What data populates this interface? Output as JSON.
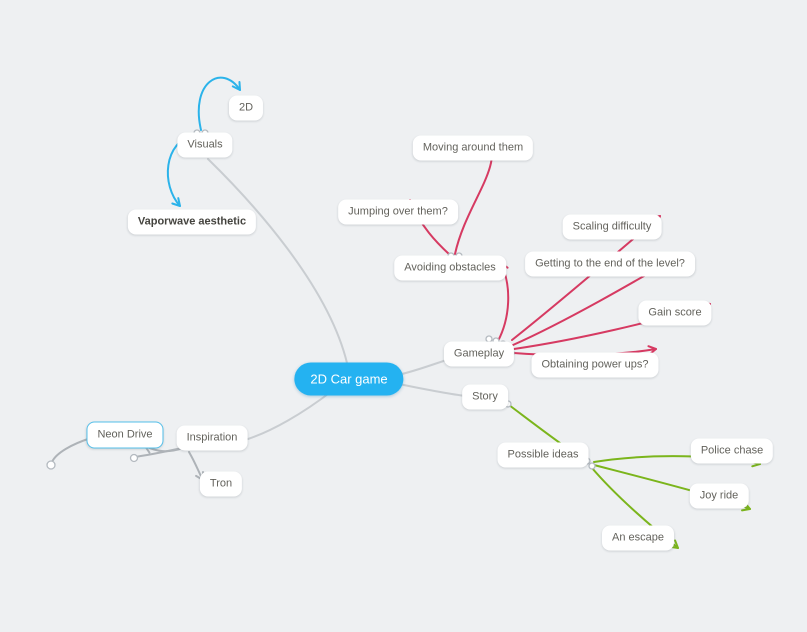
{
  "canvas": {
    "background": "#eef0f2"
  },
  "colors": {
    "root_fill": "#24b2f1",
    "branch_blue": "#2bb3ea",
    "branch_red": "#d63a62",
    "branch_green": "#7bb51c",
    "branch_gray": "#b7bcc1",
    "trunk_gray": "#c9cdd1"
  },
  "root": {
    "label": "2D Car game"
  },
  "branches": {
    "visuals": {
      "label": "Visuals",
      "color": "#2bb3ea",
      "children": {
        "two_d": {
          "label": "2D"
        },
        "vaporwave": {
          "label": "Vaporwave aesthetic"
        }
      }
    },
    "gameplay": {
      "label": "Gameplay",
      "color": "#d63a62",
      "children": {
        "avoiding_obstacles": {
          "label": "Avoiding obstacles",
          "children": {
            "moving_around": {
              "label": "Moving around them"
            },
            "jumping_over": {
              "label": "Jumping over them?"
            }
          }
        },
        "scaling_difficulty": {
          "label": "Scaling difficulty"
        },
        "end_of_level": {
          "label": "Getting to the end of the level?"
        },
        "gain_score": {
          "label": "Gain score"
        },
        "power_ups": {
          "label": "Obtaining power ups?"
        }
      }
    },
    "story": {
      "label": "Story",
      "color": "#7bb51c",
      "children": {
        "possible_ideas": {
          "label": "Possible ideas",
          "children": {
            "police_chase": {
              "label": "Police chase"
            },
            "joy_ride": {
              "label": "Joy ride"
            },
            "an_escape": {
              "label": "An escape"
            }
          }
        }
      }
    },
    "inspiration": {
      "label": "Inspiration",
      "color": "#b7bcc1",
      "children": {
        "neon_drive": {
          "label": "Neon Drive"
        },
        "tron": {
          "label": "Tron"
        }
      }
    }
  }
}
